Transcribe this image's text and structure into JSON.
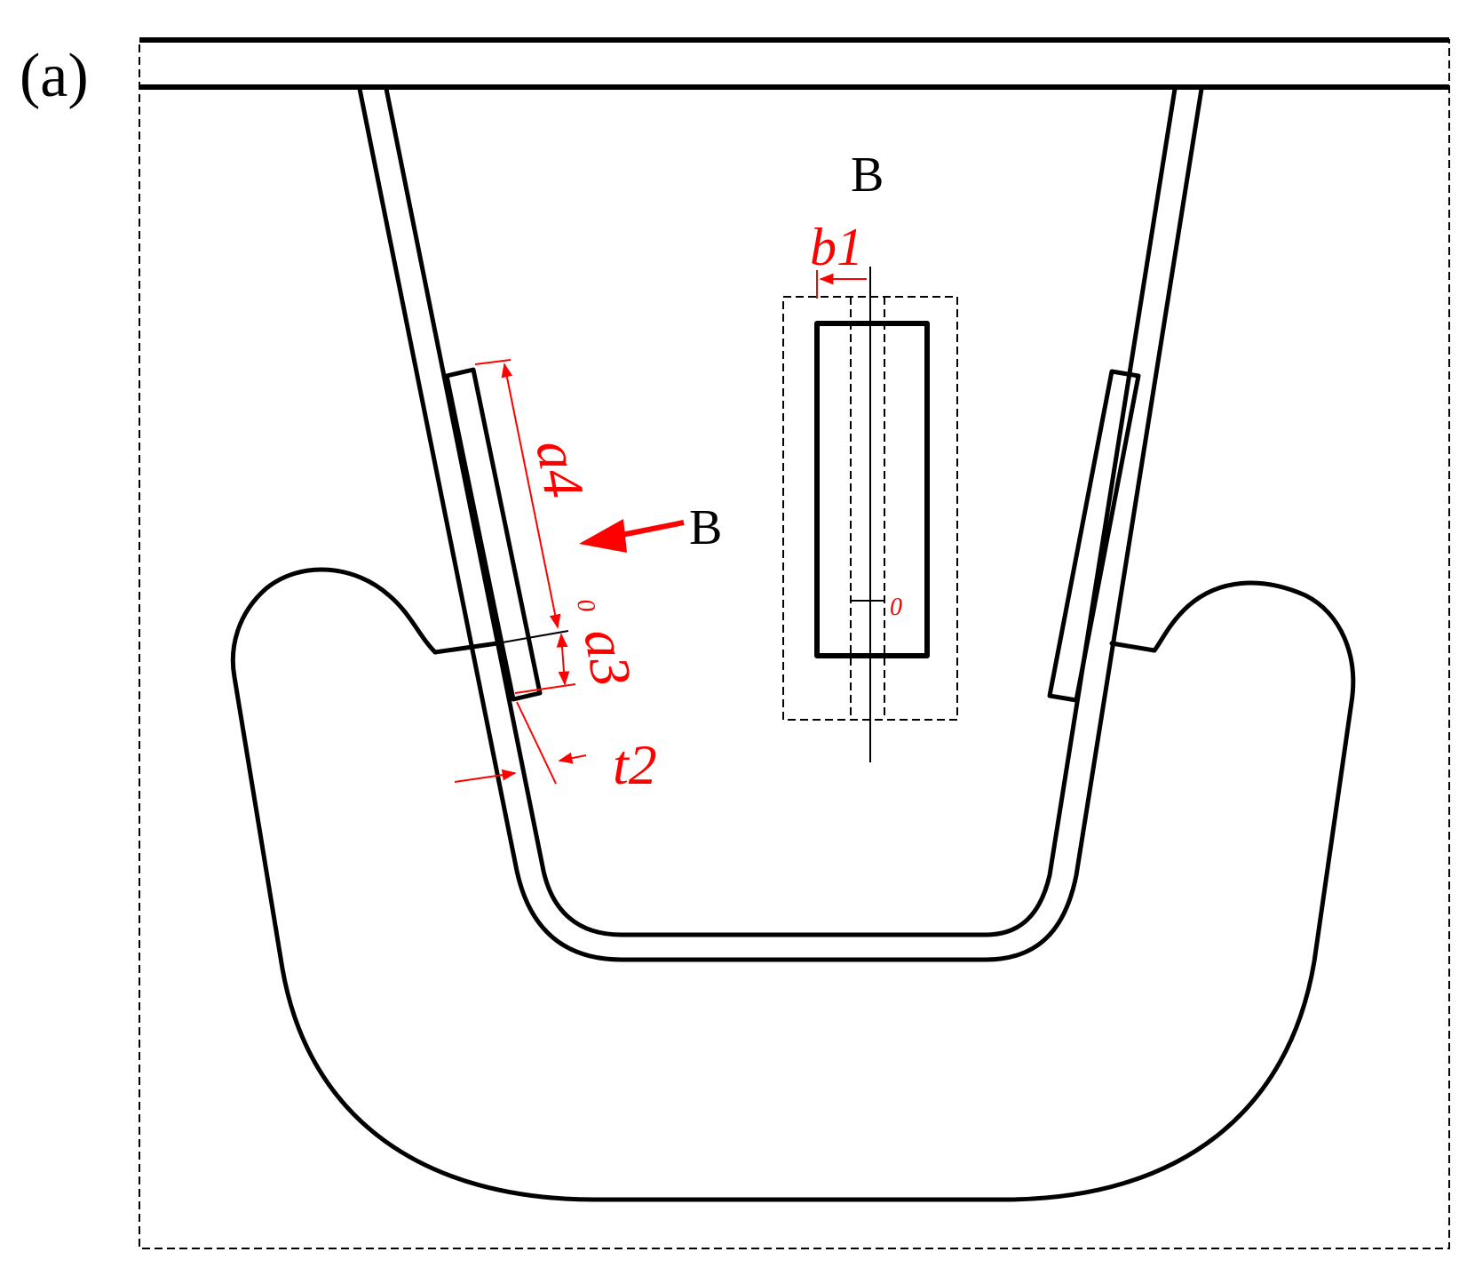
{
  "figure": {
    "panel_label": "(a)",
    "view_label": "B",
    "arrow_label": "B"
  },
  "dimensions": {
    "b1": "b1",
    "a4": "a4",
    "a3": "a3",
    "t2": "t2",
    "zero_left": "0",
    "zero_center": "0"
  },
  "colors": {
    "outline": "#000000",
    "dimension": "#ff0000"
  }
}
